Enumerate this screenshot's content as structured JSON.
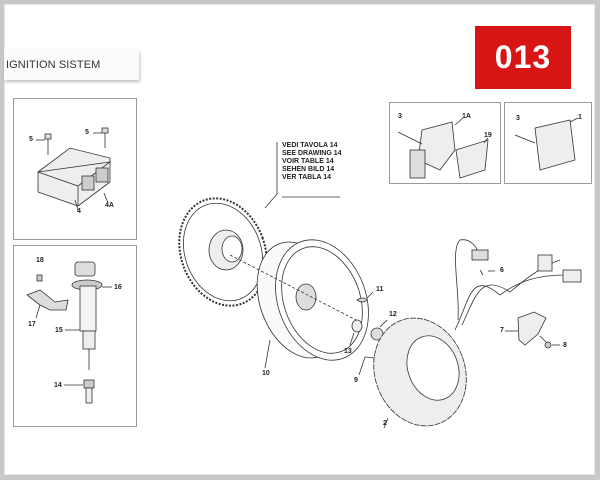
{
  "header": {
    "section_title": "IGNITION SISTEM",
    "table_number": "013",
    "badge_color": "#d71515"
  },
  "note": {
    "lines": [
      "VEDI TAVOLA 14",
      "SEE DRAWING 14",
      "VOIR TABLE 14",
      "SEHEN BILD 14",
      "VER TABLA 14"
    ]
  },
  "callouts": {
    "ecu_box": [
      "5",
      "5",
      "4",
      "4A"
    ],
    "coil_box": [
      "18",
      "16",
      "17",
      "15",
      "14"
    ],
    "regulator_box_a": [
      "3",
      "1A",
      "19"
    ],
    "regulator_box_b": [
      "3",
      "1"
    ],
    "main": [
      "11",
      "12",
      "13",
      "9",
      "10",
      "2",
      "6",
      "7",
      "8"
    ]
  },
  "labels": {
    "l1": "1",
    "l1a": "1A",
    "l2": "2",
    "l3a": "3",
    "l3b": "3",
    "l4": "4",
    "l4a": "4A",
    "l5a": "5",
    "l5b": "5",
    "l6": "6",
    "l7": "7",
    "l8": "8",
    "l9": "9",
    "l10": "10",
    "l11": "11",
    "l12": "12",
    "l13": "13",
    "l14": "14",
    "l15": "15",
    "l16": "16",
    "l17": "17",
    "l18": "18",
    "l19": "19"
  }
}
